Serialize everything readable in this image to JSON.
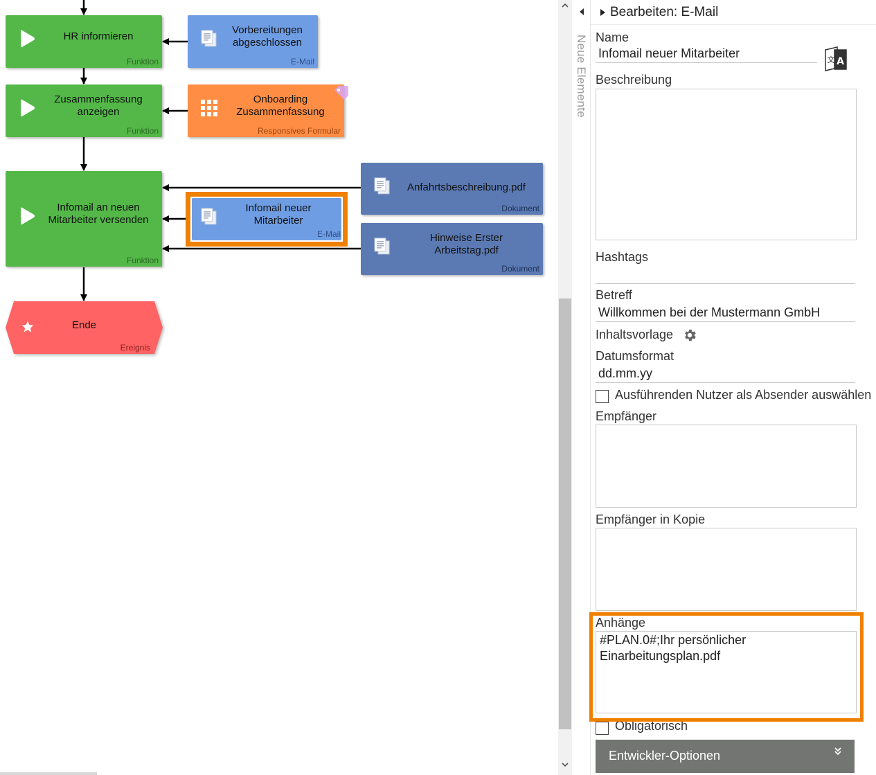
{
  "diagram": {
    "nodes": {
      "hr_informieren": {
        "title": "HR informieren",
        "type": "Funktion"
      },
      "vorbereitungen": {
        "title": "Vorbereitungen abgeschlossen",
        "type": "E-Mail"
      },
      "zusammenfassung": {
        "title": "Zusammenfassung anzeigen",
        "type": "Funktion"
      },
      "onboarding": {
        "title": "Onboarding Zusammenfassung",
        "type": "Responsives Formular"
      },
      "infomail_versenden": {
        "title": "Infomail an neuen Mitarbeiter versenden",
        "type": "Funktion"
      },
      "infomail": {
        "title": "Infomail neuer Mitarbeiter",
        "type": "E-Mail"
      },
      "anfahrt": {
        "title": "Anfahrtsbeschreibung.pdf",
        "type": "Dokument"
      },
      "hinweise": {
        "title": "Hinweise Erster Arbeitstag.pdf",
        "type": "Dokument"
      },
      "ende": {
        "title": "Ende",
        "type": "Ereignis"
      }
    }
  },
  "rail": {
    "label": "Neue Elemente"
  },
  "panel": {
    "header": "Bearbeiten: E-Mail",
    "name_label": "Name",
    "name_value": "Infomail neuer Mitarbeiter",
    "beschreibung_label": "Beschreibung",
    "beschreibung_value": "",
    "hashtags_label": "Hashtags",
    "hashtags_value": "",
    "betreff_label": "Betreff",
    "betreff_value": "Willkommen bei der Mustermann GmbH",
    "inhaltsvorlage_label": "Inhaltsvorlage",
    "datumsformat_label": "Datumsformat",
    "datumsformat_value": "dd.mm.yy",
    "absender_label": "Ausführenden Nutzer als Absender auswählen",
    "empfaenger_label": "Empfänger",
    "empfaenger_value": "",
    "kopie_label": "Empfänger in Kopie",
    "kopie_value": "",
    "anhaenge_label": "Anhänge",
    "anhaenge_line1": "#PLAN.0#;Ihr persönlicher",
    "anhaenge_line2": "Einarbeitungsplan.pdf",
    "obligatorisch_label": "Obligatorisch",
    "dev_label": "Entwickler-Optionen"
  },
  "colors": {
    "funktion": "#53b848",
    "email": "#6f9de3",
    "dokument": "#5b7ab4",
    "formular": "#ff8e44",
    "ereignis": "#ff6363",
    "highlight": "#f08000",
    "dev_bar": "#737573"
  },
  "icons": {
    "funktion": "play-icon",
    "email": "document-stack-icon",
    "dokument": "document-stack-icon",
    "formular": "grid-icon",
    "ereignis": "star-icon",
    "translate": "translate-icon",
    "settings": "gear-icon",
    "expand": "double-chevron-down-icon"
  }
}
